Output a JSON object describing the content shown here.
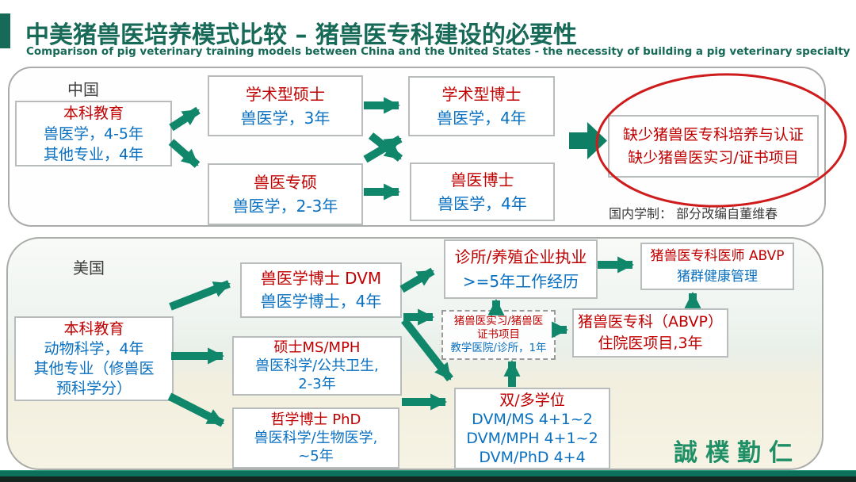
{
  "slide": {
    "title": "中美猪兽医培养模式比较 – 猪兽医专科建设的必要性",
    "subtitle": "Comparison of pig veterinary training models between China and the United States - the necessity of building a pig veterinary specialty",
    "signature": "誠樸勤仁"
  },
  "colors": {
    "title_green": "#176a57",
    "arrow_green": "#10866b",
    "text_red": "#c00000",
    "text_blue": "#0a70c0",
    "ellipse_red": "#ce1c1c"
  },
  "china": {
    "label": "中国",
    "note": "国内学制： 部分改编自董维春",
    "boxes": {
      "bachelor": {
        "title": "本科教育",
        "lines": [
          "兽医学，4-5年",
          "其他专业，4年"
        ]
      },
      "acad_master": {
        "title": "学术型硕士",
        "lines": [
          "兽医学，3年"
        ]
      },
      "prof_master": {
        "title": "兽医专硕",
        "lines": [
          "兽医学，2-3年"
        ]
      },
      "acad_doctor": {
        "title": "学术型博士",
        "lines": [
          "兽医学，4年"
        ]
      },
      "vet_doctor": {
        "title": "兽医博士",
        "lines": [
          "兽医学，4年"
        ]
      },
      "gap": {
        "lines": [
          "缺少猪兽医专科培养与认证",
          "缺少猪兽医实习/证书项目"
        ]
      }
    }
  },
  "usa": {
    "label": "美国",
    "boxes": {
      "bachelor": {
        "title": "本科教育",
        "lines": [
          "动物科学，4年",
          "其他专业（修兽医",
          "预科学分）"
        ]
      },
      "dvm": {
        "title": "兽医学博士 DVM",
        "lines": [
          "兽医学博士，4年"
        ]
      },
      "ms": {
        "title": "硕士MS/MPH",
        "lines": [
          "兽医科学/公共卫生,",
          "2-3年"
        ]
      },
      "phd": {
        "title": "哲学博士 PhD",
        "lines": [
          "兽医科学/生物医学,",
          "~5年"
        ]
      },
      "clinic": {
        "title": "诊所/养殖企业执业",
        "lines": [
          ">=5年工作经历"
        ]
      },
      "abvp_vet": {
        "title": "猪兽医专科医师 ABVP",
        "lines": [
          "猪群健康管理"
        ]
      },
      "internship": {
        "red_lines": [
          "猪兽医实习/猪兽医",
          "证书项目"
        ],
        "blue_line": "教学医院/诊所，1年"
      },
      "residency": {
        "lines": [
          "猪兽医专科（ABVP）",
          "住院医项目,3年"
        ]
      },
      "dual": {
        "title": "双/多学位",
        "lines": [
          "DVM/MS 4+1~2",
          "DVM/MPH 4+1~2",
          "DVM/PhD 4+4"
        ]
      }
    }
  }
}
